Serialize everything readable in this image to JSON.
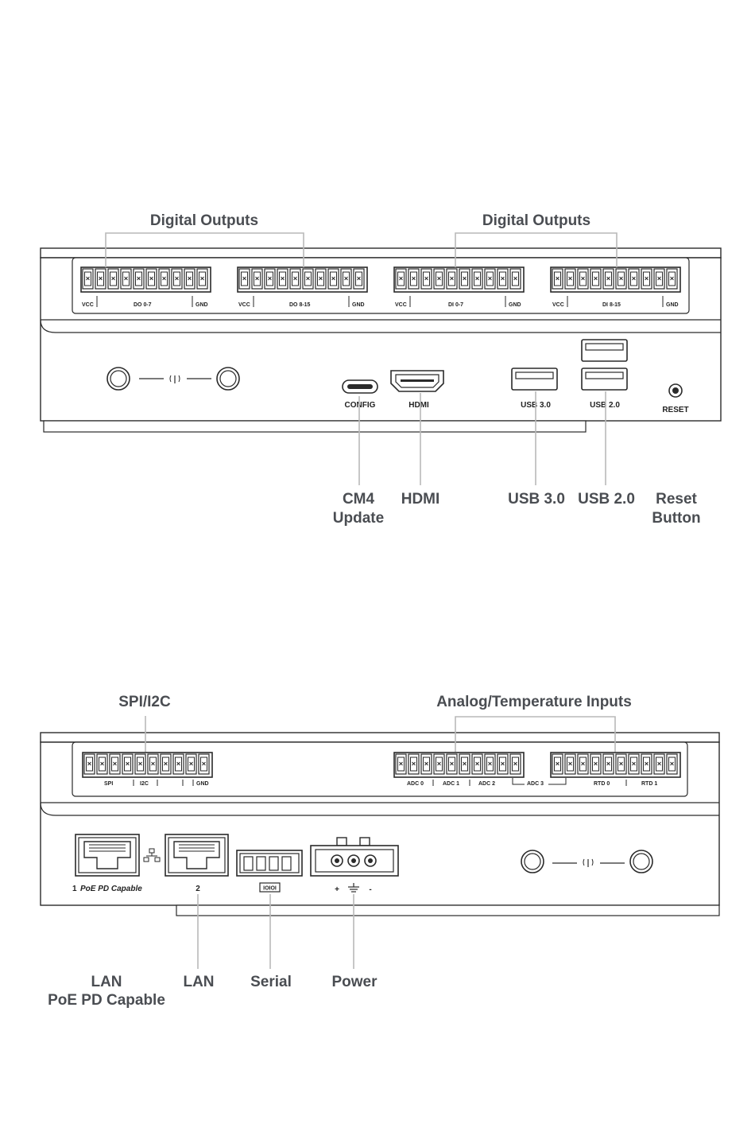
{
  "top": {
    "callouts": {
      "digital_outputs_left": "Digital Outputs",
      "digital_outputs_right": "Digital Outputs",
      "cm4_update_1": "CM4",
      "cm4_update_2": "Update",
      "hdmi": "HDMI",
      "usb30": "USB 3.0",
      "usb20": "USB 2.0",
      "reset_1": "Reset",
      "reset_2": "Button"
    },
    "terminal_labels": {
      "t1_vcc": "VCC",
      "t1_mid": "DO 0-7",
      "t1_gnd": "GND",
      "t2_vcc": "VCC",
      "t2_mid": "DO 8-15",
      "t2_gnd": "GND",
      "t3_vcc": "VCC",
      "t3_mid": "DI 0-7",
      "t3_gnd": "GND",
      "t4_vcc": "VCC",
      "t4_mid": "DI 8-15",
      "t4_gnd": "GND"
    },
    "port_labels": {
      "config": "CONFIG",
      "hdmi": "HDMI",
      "usb30": "USB 3.0",
      "usb20": "USB 2.0",
      "reset": "RESET"
    }
  },
  "bottom": {
    "callouts": {
      "spi_i2c": "SPI/I2C",
      "analog_temp": "Analog/Temperature Inputs",
      "lan1_1": "LAN",
      "lan1_2": "PoE PD Capable",
      "lan2": "LAN",
      "serial": "Serial",
      "power": "Power"
    },
    "terminal_labels": {
      "spi": "SPI",
      "i2c": "I2C",
      "gnd": "GND",
      "adc0": "ADC 0",
      "adc1": "ADC 1",
      "adc2": "ADC 2",
      "adc3": "ADC 3",
      "rtd0": "RTD 0",
      "rtd1": "RTD 1"
    },
    "port_labels": {
      "lan1_num": "1",
      "lan1_poe": "PoE PD Capable",
      "lan2_num": "2",
      "serial": "IOIOI",
      "plus": "+",
      "minus": "-"
    }
  },
  "icons": {
    "antenna": "antenna-icon",
    "network": "network-icon",
    "ground": "ground-icon"
  }
}
